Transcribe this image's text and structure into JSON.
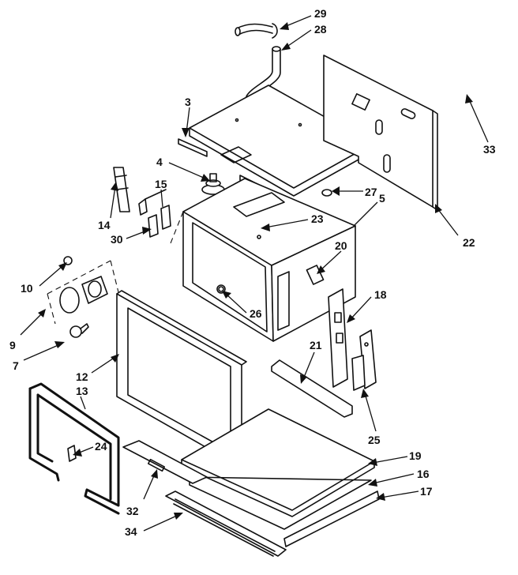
{
  "diagram": {
    "callouts": [
      {
        "id": "29",
        "text": "29"
      },
      {
        "id": "28",
        "text": "28"
      },
      {
        "id": "3",
        "text": "3"
      },
      {
        "id": "33",
        "text": "33"
      },
      {
        "id": "4",
        "text": "4"
      },
      {
        "id": "27",
        "text": "27"
      },
      {
        "id": "5",
        "text": "5"
      },
      {
        "id": "15",
        "text": "15"
      },
      {
        "id": "14",
        "text": "14"
      },
      {
        "id": "23",
        "text": "23"
      },
      {
        "id": "22",
        "text": "22"
      },
      {
        "id": "30",
        "text": "30"
      },
      {
        "id": "20",
        "text": "20"
      },
      {
        "id": "10",
        "text": "10"
      },
      {
        "id": "26",
        "text": "26"
      },
      {
        "id": "18",
        "text": "18"
      },
      {
        "id": "9",
        "text": "9"
      },
      {
        "id": "7",
        "text": "7"
      },
      {
        "id": "21",
        "text": "21"
      },
      {
        "id": "12",
        "text": "12"
      },
      {
        "id": "13",
        "text": "13"
      },
      {
        "id": "25",
        "text": "25"
      },
      {
        "id": "24",
        "text": "24"
      },
      {
        "id": "19",
        "text": "19"
      },
      {
        "id": "16",
        "text": "16"
      },
      {
        "id": "17",
        "text": "17"
      },
      {
        "id": "32",
        "text": "32"
      },
      {
        "id": "34",
        "text": "34"
      }
    ]
  }
}
